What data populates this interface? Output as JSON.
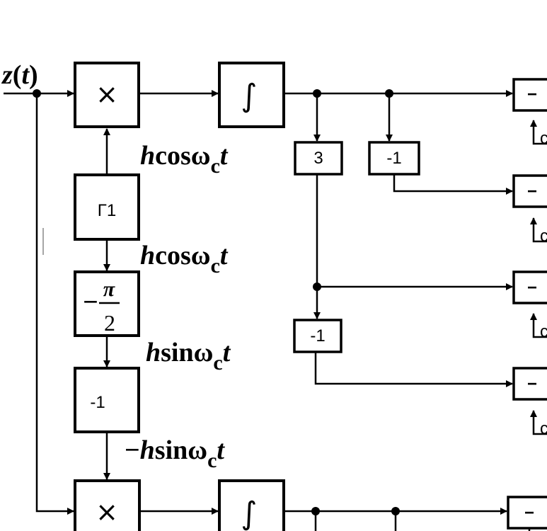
{
  "input_label": {
    "var": "z",
    "open": "(",
    "arg": "t",
    "close": ")"
  },
  "blocks": {
    "mult_top": "×",
    "integ_top": "∫",
    "gen": "Γ1",
    "phase": {
      "sign": "−",
      "num": "π",
      "den": "2"
    },
    "neg": "-1",
    "gain_3": "3",
    "gain_neg1_a": "-1",
    "gain_neg1_b": "-1",
    "mult_bottom": "×",
    "integ_bottom": "∫"
  },
  "signals": {
    "gen_to_mult": {
      "h": "h",
      "fn": "cos",
      "w": "ω",
      "c": "c",
      "t": "t"
    },
    "gen_to_phase": {
      "h": "h",
      "fn": "cos",
      "w": "ω",
      "c": "c",
      "t": "t"
    },
    "phase_to_neg": {
      "h": "h",
      "fn": "sin",
      "w": "ω",
      "c": "c",
      "t": "t"
    },
    "neg_to_mult": {
      "sign": "−",
      "h": "h",
      "fn": "sin",
      "w": "ω",
      "c": "c",
      "t": "t"
    }
  },
  "outputs": [
    "−",
    "−",
    "−",
    "−",
    "−"
  ],
  "output_refs": [
    "c",
    "c",
    "c",
    "c"
  ]
}
